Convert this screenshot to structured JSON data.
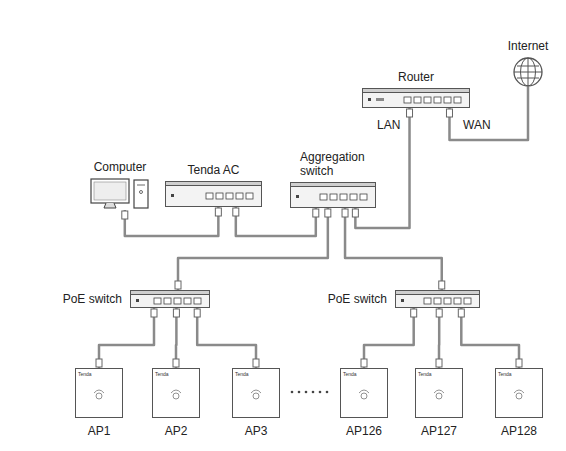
{
  "diagram": {
    "nodes": [
      {
        "text": [
          "Internet"
        ]
      },
      {
        "text": [
          "Router"
        ]
      },
      {
        "text": [
          "Computer"
        ]
      },
      {
        "text": [
          "Tenda AC"
        ]
      },
      {
        "text": [
          "Aggregation switch"
        ]
      },
      {
        "text": [
          "PoE switch"
        ]
      },
      {
        "text": [
          "PoE switch"
        ]
      },
      {
        "text": [
          "Tenda",
          "AP1"
        ]
      },
      {
        "text": [
          "Tenda",
          "AP2"
        ]
      },
      {
        "text": [
          "Tenda",
          "AP3"
        ]
      },
      {
        "text": [
          "Tenda",
          "AP126"
        ]
      },
      {
        "text": [
          "Tenda",
          "AP127"
        ]
      },
      {
        "text": [
          "Tenda",
          "AP128"
        ]
      }
    ],
    "edges": [
      {
        "from": 1,
        "to": 0,
        "arrow": "none"
      },
      {
        "from": 1,
        "to": 4,
        "arrow": "none"
      },
      {
        "from": 2,
        "to": 3,
        "arrow": "none"
      },
      {
        "from": 3,
        "to": 4,
        "arrow": "none"
      },
      {
        "from": 4,
        "to": 5,
        "arrow": "none"
      },
      {
        "from": 4,
        "to": 6,
        "arrow": "none"
      },
      {
        "from": 5,
        "to": 7,
        "arrow": "none"
      },
      {
        "from": 5,
        "to": 8,
        "arrow": "none"
      },
      {
        "from": 5,
        "to": 9,
        "arrow": "none"
      },
      {
        "from": 6,
        "to": 10,
        "arrow": "none"
      },
      {
        "from": 6,
        "to": 11,
        "arrow": "none"
      },
      {
        "from": 6,
        "to": 12,
        "arrow": "none"
      }
    ],
    "labels": [
      "LAN",
      "WAN"
    ]
  }
}
